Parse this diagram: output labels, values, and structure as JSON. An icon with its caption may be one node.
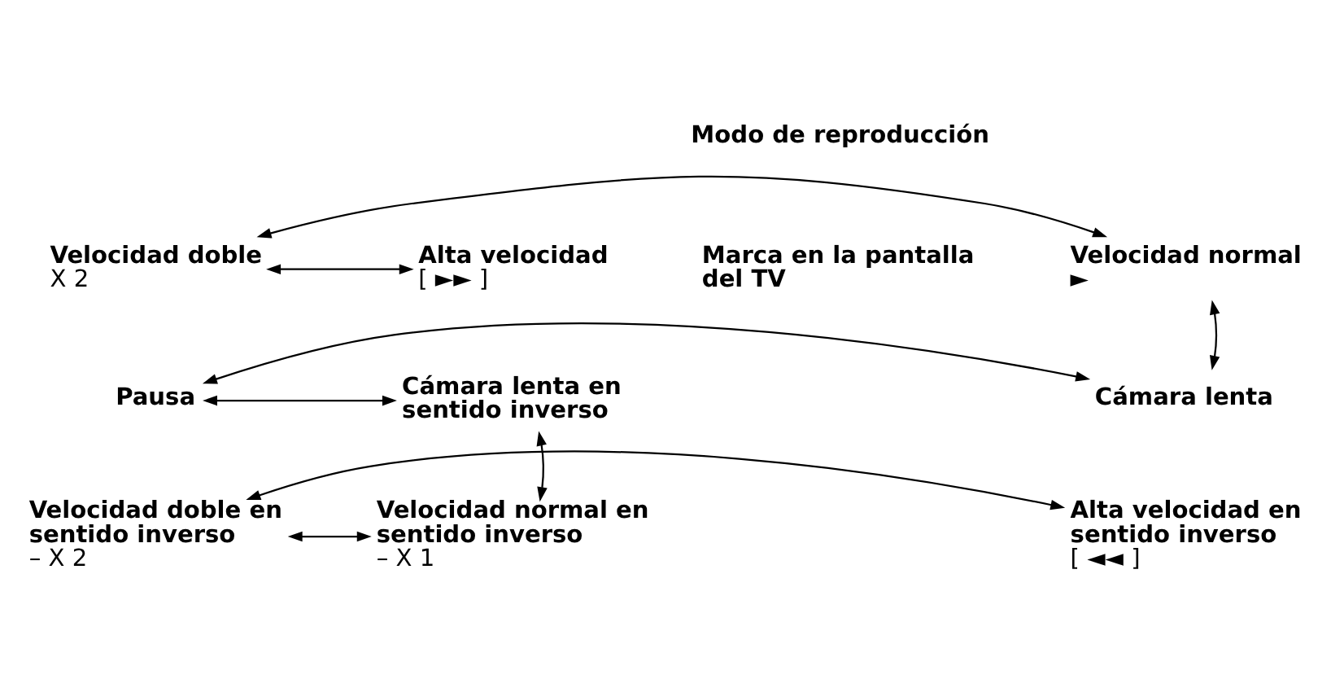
{
  "diagram": {
    "nodes": [
      {
        "text": [
          "Velocidad normal",
          "►"
        ]
      },
      {
        "text": [
          "Velocidad doble",
          "X 2"
        ]
      },
      {
        "text": [
          "Alta velocidad",
          "[ ►► ]"
        ]
      },
      {
        "text": [
          "Cámara lenta"
        ]
      },
      {
        "text": [
          "Pausa"
        ]
      },
      {
        "text": [
          "Cámara lenta en sentido inverso"
        ]
      },
      {
        "text": [
          "Alta velocidad en sentido inverso",
          "[ ◄◄ ]"
        ]
      },
      {
        "text": [
          "Velocidad doble en sentido inverso",
          "– X 2"
        ]
      },
      {
        "text": [
          "Velocidad normal en sentido inverso",
          "– X 1"
        ]
      }
    ],
    "edges": [
      {
        "from": 0,
        "to": 1,
        "arrow": "both"
      },
      {
        "from": 1,
        "to": 2,
        "arrow": "both"
      },
      {
        "from": 0,
        "to": 3,
        "arrow": "both"
      },
      {
        "from": 3,
        "to": 4,
        "arrow": "both"
      },
      {
        "from": 4,
        "to": 5,
        "arrow": "both"
      },
      {
        "from": 5,
        "to": 8,
        "arrow": "both"
      },
      {
        "from": 6,
        "to": 7,
        "arrow": "both"
      },
      {
        "from": 7,
        "to": 8,
        "arrow": "both"
      }
    ],
    "labels": [
      "Modo de reproducción",
      "Marca en la pantalla del TV"
    ]
  }
}
